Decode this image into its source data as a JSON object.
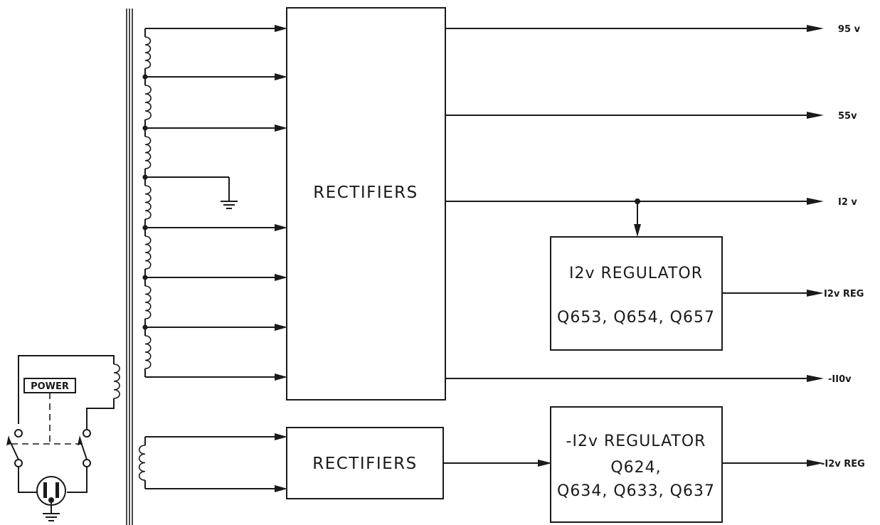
{
  "blocks": {
    "rectifiers_main": "RECTIFIERS",
    "rectifiers_aux": "RECTIFIERS",
    "reg12": {
      "title": "I2v  REGULATOR",
      "transistors": "Q653, Q654, Q657"
    },
    "regneg12": {
      "title": "-I2v  REGULATOR",
      "transistors_1": "Q624,",
      "transistors_2": "Q634, Q633, Q637"
    }
  },
  "outputs": {
    "v95": "95 v",
    "v55": "55v",
    "v12": "I2 v",
    "v12reg": "I2v  REG",
    "vneg110": "-II0v",
    "vneg12reg": "-I2v  REG"
  },
  "switch": {
    "label": "POWER"
  }
}
